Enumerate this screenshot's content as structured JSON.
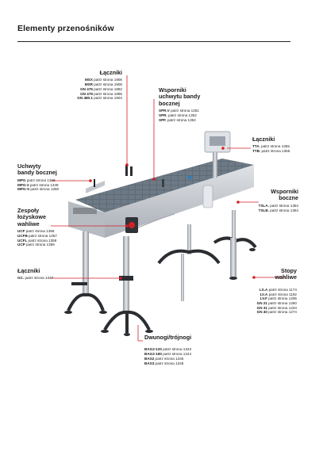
{
  "page": {
    "title": "Elementy przenośników"
  },
  "callouts": {
    "lacznikiTop": {
      "heading": [
        "Łączniki"
      ],
      "refs": [
        {
          "code": "MSX",
          "text": "patrz strona 1906"
        },
        {
          "code": "MSR",
          "text": "patrz strona 1908"
        },
        {
          "code": "GN 475",
          "text": "patrz strona 1882"
        },
        {
          "code": "GN 479",
          "text": "patrz strona 1895"
        },
        {
          "code": "GN 480.1",
          "text": "patrz strona 1904"
        }
      ]
    },
    "wspornikiUchwytu": {
      "heading": [
        "Wsporniki",
        "uchwytu bandy",
        "bocznej"
      ],
      "refs": [
        {
          "code": "SPR.V",
          "text": "patrz strona 1351"
        },
        {
          "code": "SPR.",
          "text": "patrz strona 1352"
        },
        {
          "code": "SPF.",
          "text": "patrz strona 1353"
        }
      ]
    },
    "lacznikiRight": {
      "heading": [
        "Łączniki"
      ],
      "refs": [
        {
          "code": "TTA.",
          "text": "patrz strona 1355"
        },
        {
          "code": "TTB.",
          "text": "patrz strona 1355"
        }
      ]
    },
    "uchwyty": {
      "heading": [
        "Uchwyty",
        "bandy bocznej"
      ],
      "refs": [
        {
          "code": "MPG",
          "text": "patrz strona 1348"
        },
        {
          "code": "MPG-2",
          "text": "patrz strona 1349"
        },
        {
          "code": "MPG-S",
          "text": "patrz strona 1350"
        }
      ]
    },
    "wspornikiBoczne": {
      "heading": [
        "Wsporniki",
        "boczne"
      ],
      "refs": [
        {
          "code": "TSLA.",
          "text": "patrz strona 1354"
        },
        {
          "code": "TSLB.",
          "text": "patrz strona 1354"
        }
      ]
    },
    "zespoly": {
      "heading": [
        "Zespoły",
        "łożyskowe",
        "wahliwe"
      ],
      "refs": [
        {
          "code": "UCF",
          "text": "patrz strona 1356"
        },
        {
          "code": "UCFB",
          "text": "patrz strona 1357"
        },
        {
          "code": "UCFL",
          "text": "patrz strona 1358"
        },
        {
          "code": "UCP",
          "text": "patrz strona 1359"
        }
      ]
    },
    "lacznikiLeft": {
      "heading": [
        "Łączniki"
      ],
      "refs": [
        {
          "code": "GC.",
          "text": "patrz strona 1347"
        }
      ]
    },
    "stopy": {
      "heading": [
        "Stopy",
        "wahliwe"
      ],
      "refs": [
        {
          "code": "LS.A",
          "text": "patrz strona 1174"
        },
        {
          "code": "LV.A",
          "text": "patrz strona 1192"
        },
        {
          "code": "LV.F",
          "text": "patrz strona 1206"
        },
        {
          "code": "GN 21",
          "text": "patrz strona 1250"
        },
        {
          "code": "GN 31",
          "text": "patrz strona 1234"
        },
        {
          "code": "GN 40",
          "text": "patrz strona 1274"
        }
      ]
    },
    "dwunogi": {
      "heading": [
        "Dwunogi/trójnogi"
      ],
      "refs": [
        {
          "code": "BAG2-120",
          "text": "patrz strona 1343"
        },
        {
          "code": "BAG2-180",
          "text": "patrz strona 1344"
        },
        {
          "code": "BAS2",
          "text": "patrz strona 1345"
        },
        {
          "code": "BAS3",
          "text": "patrz strona 1346"
        }
      ]
    }
  },
  "colors": {
    "accent": "#d31f26",
    "belt": "#5f6c78",
    "frame": "#c9ccd1",
    "legs": "#3b3f44",
    "feet": "#2a2d31"
  }
}
